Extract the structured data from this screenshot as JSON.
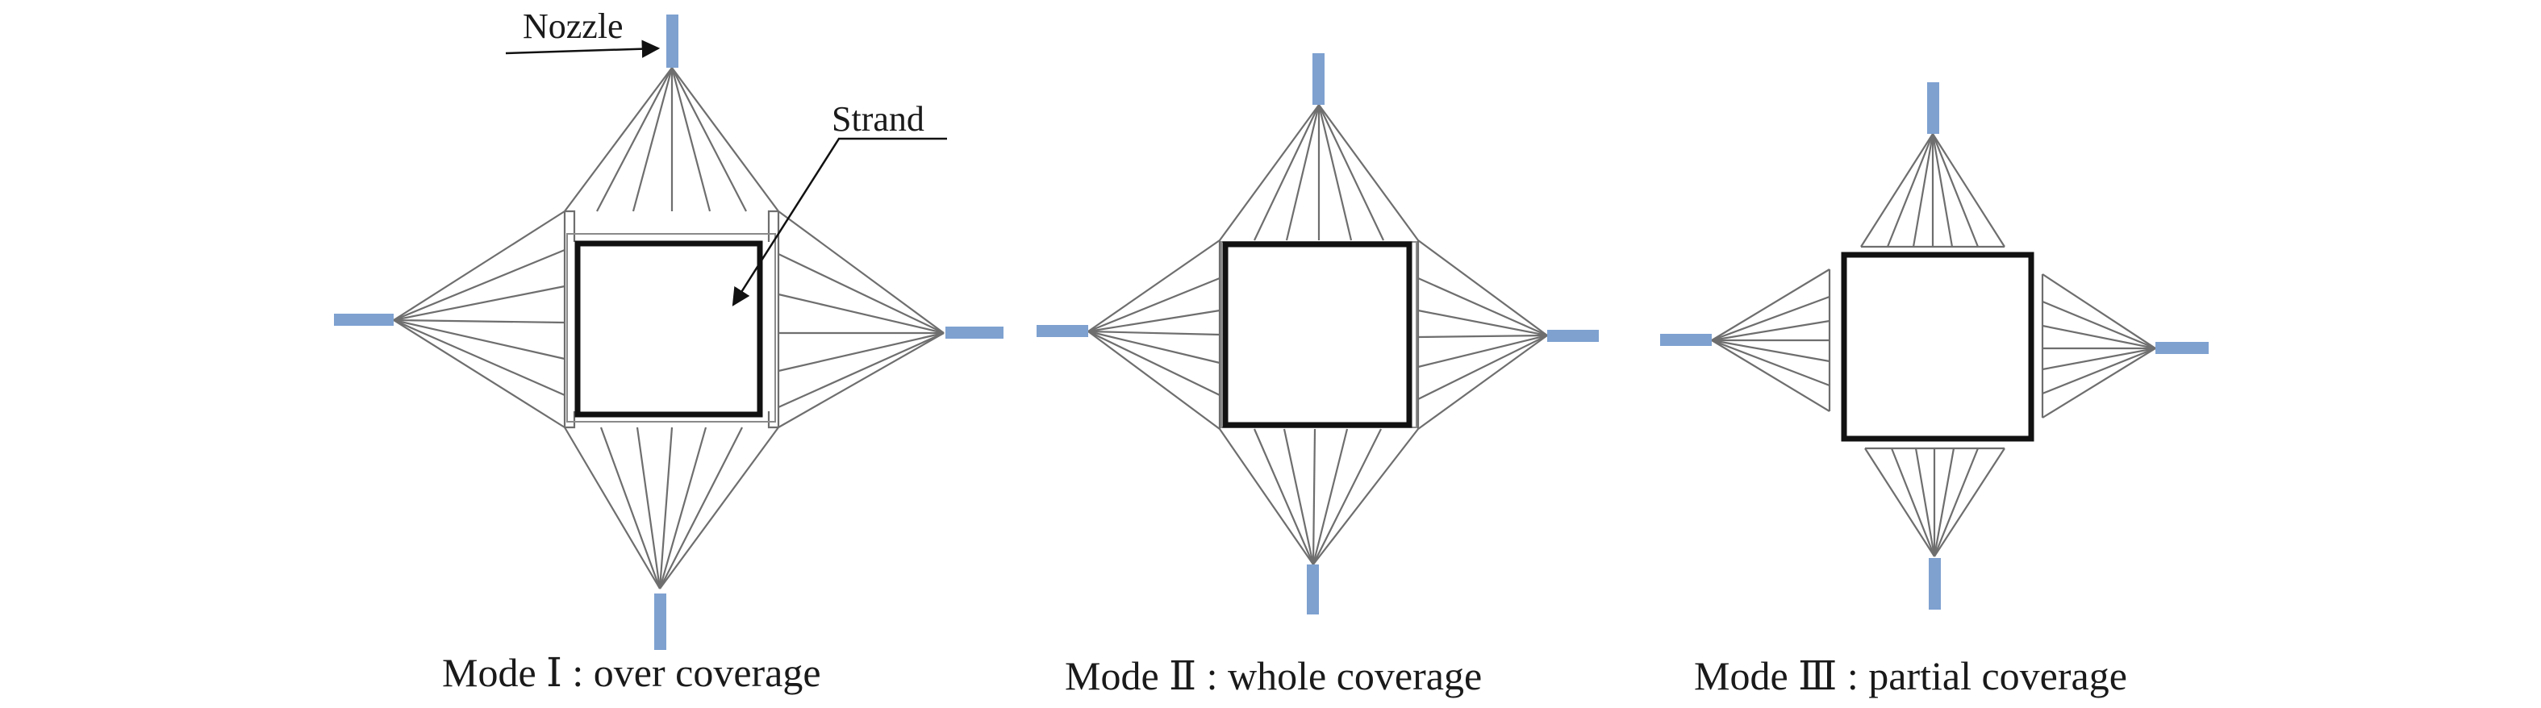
{
  "labels": {
    "nozzle": "Nozzle",
    "strand": "Strand"
  },
  "modes": [
    {
      "caption": "Mode Ⅰ : over coverage",
      "coverage": "over"
    },
    {
      "caption": "Mode Ⅱ : whole coverage",
      "coverage": "whole"
    },
    {
      "caption": "Mode Ⅲ : partial coverage",
      "coverage": "partial"
    }
  ],
  "colors": {
    "nozzle": "#7ea1d0",
    "strand_border": "#111111",
    "spray_line": "#6e6e6e",
    "text": "#1a1a1a"
  }
}
